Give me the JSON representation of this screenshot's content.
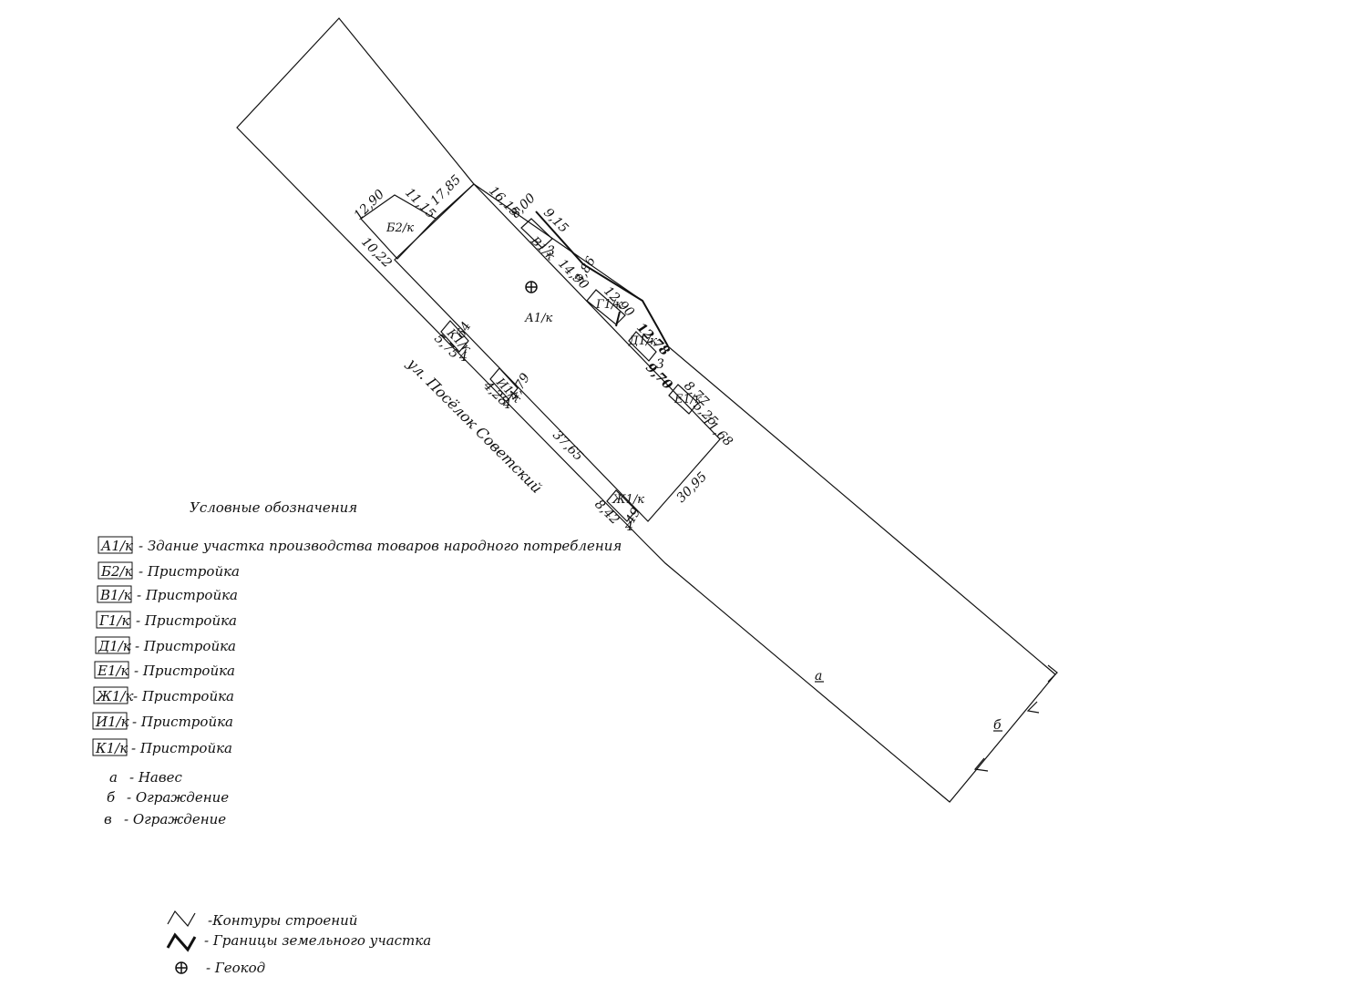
{
  "plan": {
    "buildings": {
      "main": "А1/к",
      "b2": "Б2/к",
      "v1": "В1/к",
      "g1": "Г1/к",
      "d1": "Д1/к",
      "e1": "Е1/к",
      "zh1": "Ж1/к",
      "i1": "И1/к",
      "k1": "К1/к"
    },
    "dimensions": {
      "d1290a": "12,90",
      "d1115": "11,15",
      "d1785": "17,85",
      "d1615": "16,15",
      "d800": "8,00",
      "d915": "9,15",
      "d1022": "10,22",
      "d1490": "14,90",
      "d386": "3,86",
      "d1290b": "12,90",
      "d1278": "12,78",
      "d970": "9,70",
      "d877": "8,77",
      "d525": "5,25",
      "d1168": "11,68",
      "d575": "5,75",
      "d64": "64",
      "d428": "4,28",
      "d479": "4,79",
      "d3765": "37,65",
      "d3095": "30,95",
      "d842": "8,42",
      "d49": "49",
      "d4a": "4",
      "d4b": "4",
      "d4c": "4",
      "d3a": "3",
      "d3b": "3"
    },
    "street": "ул. Посёлок Советский",
    "marks": {
      "a": "а",
      "b": "б"
    }
  },
  "legend": {
    "title": "Условные обозначения",
    "items": [
      {
        "code": "А1/к",
        "text": "- Здание участка производства товаров народного потребления"
      },
      {
        "code": "Б2/к",
        "text": "- Пристройка"
      },
      {
        "code": "В1/к",
        "text": "- Пристройка"
      },
      {
        "code": "Г1/к",
        "text": "- Пристройка"
      },
      {
        "code": "Д1/к",
        "text": "- Пристройка"
      },
      {
        "code": "Е1/к",
        "text": "- Пристройка"
      },
      {
        "code": "Ж1/к",
        "text": "- Пристройка"
      },
      {
        "code": "И1/к",
        "text": "- Пристройка"
      },
      {
        "code": "К1/к",
        "text": "- Пристройка"
      }
    ],
    "letters": [
      {
        "code": "а",
        "text": "- Навес"
      },
      {
        "code": "б",
        "text": "- Ограждение"
      },
      {
        "code": "в",
        "text": "- Ограждение"
      }
    ],
    "symbols": {
      "contours": "-Контуры строений",
      "boundaries": "- Границы земельного участка",
      "geocode": "- Геокод"
    }
  }
}
